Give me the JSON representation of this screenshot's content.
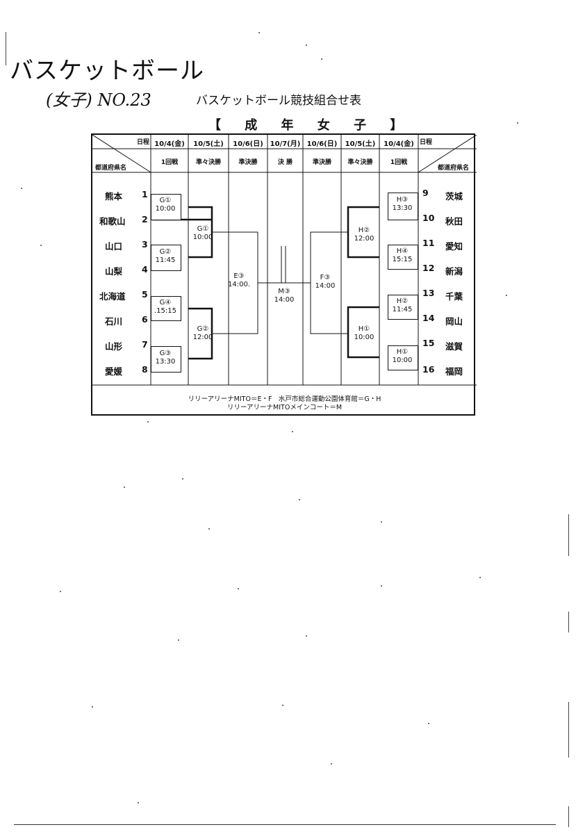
{
  "handwritten": {
    "title": "バスケットボール",
    "subtitle": "(女子) NO.23"
  },
  "document_title": "バスケットボール競技組合せ表",
  "category_title": "【 成 年 女 子 】",
  "header": {
    "schedule_label": "日程",
    "pref_label": "都道府県名",
    "columns": [
      {
        "date": "10/4(金)",
        "round": "1回戦"
      },
      {
        "date": "10/5(土)",
        "round": "準々決勝"
      },
      {
        "date": "10/6(日)",
        "round": "準決勝"
      },
      {
        "date": "10/7(月)",
        "round": "決 勝"
      },
      {
        "date": "10/6(日)",
        "round": "準決勝"
      },
      {
        "date": "10/5(土)",
        "round": "準々決勝"
      },
      {
        "date": "10/4(金)",
        "round": "1回戦"
      }
    ]
  },
  "left_teams": [
    {
      "name": "熊本",
      "seed": "1"
    },
    {
      "name": "和歌山",
      "seed": "2"
    },
    {
      "name": "山口",
      "seed": "3"
    },
    {
      "name": "山梨",
      "seed": "4"
    },
    {
      "name": "北海道",
      "seed": "5"
    },
    {
      "name": "石川",
      "seed": "6"
    },
    {
      "name": "山形",
      "seed": "7"
    },
    {
      "name": "愛媛",
      "seed": "8"
    }
  ],
  "right_teams": [
    {
      "name": "茨城",
      "seed": "9"
    },
    {
      "name": "秋田",
      "seed": "10"
    },
    {
      "name": "愛知",
      "seed": "11"
    },
    {
      "name": "新潟",
      "seed": "12"
    },
    {
      "name": "千葉",
      "seed": "13"
    },
    {
      "name": "岡山",
      "seed": "14"
    },
    {
      "name": "滋賀",
      "seed": "15"
    },
    {
      "name": "福岡",
      "seed": "16"
    }
  ],
  "matches": {
    "g1": {
      "code": "G①",
      "time": "10:00"
    },
    "g2": {
      "code": "G②",
      "time": "11:45"
    },
    "g4": {
      "code": "G④",
      "time": ".15:15"
    },
    "g3": {
      "code": "G③",
      "time": "13:30"
    },
    "gq1": {
      "code": "G①",
      "time": "10:00"
    },
    "gq2": {
      "code": "G②",
      "time": "12:00"
    },
    "e3": {
      "code": "E③",
      "time": "14:00."
    },
    "m3": {
      "code": "M③",
      "time": "14:00"
    },
    "f3": {
      "code": "F③",
      "time": "14:00"
    },
    "hq2": {
      "code": "H②",
      "time": "12:00"
    },
    "hq1": {
      "code": "H①",
      "time": "10:00"
    },
    "h3": {
      "code": "H③",
      "time": "13:30"
    },
    "h4": {
      "code": "H④",
      "time": "15:15"
    },
    "h2": {
      "code": "H②",
      "time": "11:45"
    },
    "h1": {
      "code": "H①",
      "time": "10:00"
    }
  },
  "notes": [
    "リリーアリーナMITO＝E・F　水戸市総合運動公園体育館＝G・H",
    "リリーアリーナMITOメインコート＝M"
  ]
}
